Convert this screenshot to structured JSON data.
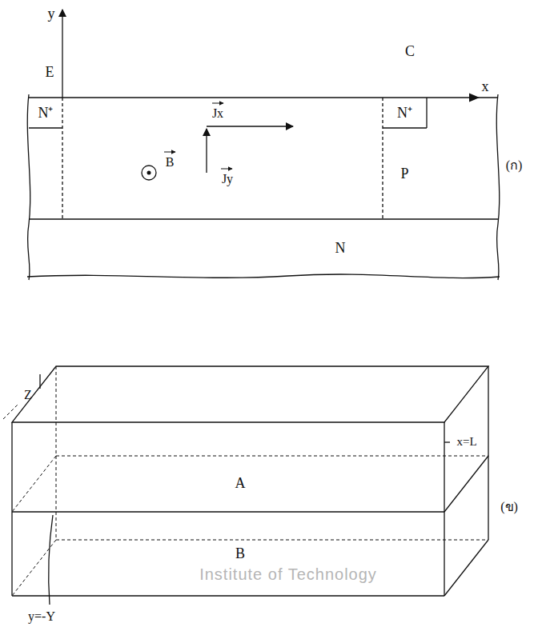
{
  "diagram": {
    "nodes": [
      {
        "text": [
          "N⁺"
        ]
      },
      {
        "text": [
          "N⁺"
        ]
      },
      {
        "text": [
          "P"
        ]
      },
      {
        "text": [
          "N"
        ]
      }
    ],
    "labels": [
      "y",
      "E",
      "C",
      "x",
      "Jx",
      "Jy",
      "B",
      "(ก)",
      "Z",
      "x=L",
      "A",
      "(ข)",
      "B",
      "y=-Y",
      "Institute of Technology"
    ]
  }
}
